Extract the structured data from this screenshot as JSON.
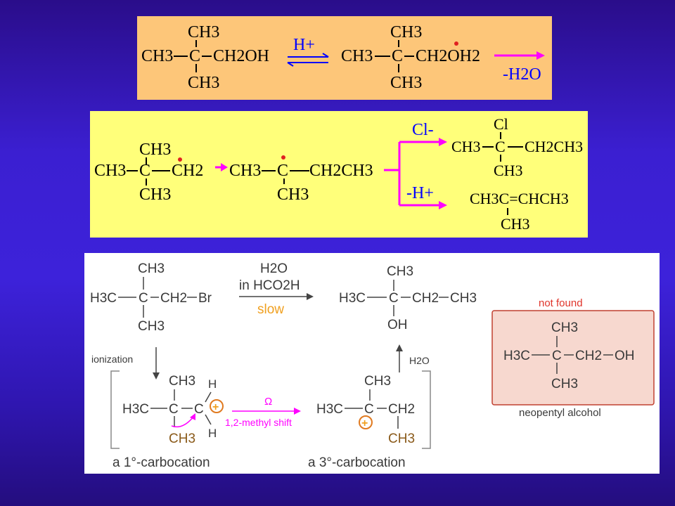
{
  "panel1": {
    "r1": {
      "top": "CH3",
      "left": "CH3",
      "c": "C",
      "right": "CH2OH",
      "bottom": "CH3"
    },
    "arrow_label": "H+",
    "r2": {
      "top": "CH3",
      "left": "CH3",
      "c": "C",
      "right": "CH2OH2",
      "bottom": "CH3"
    },
    "minus_water": "-H2O"
  },
  "panel2": {
    "s1": {
      "top": "CH3",
      "left": "CH3",
      "c": "C",
      "right": "CH2",
      "bottom": "CH3"
    },
    "s2": {
      "left": "CH3",
      "c": "C",
      "right": "CH2CH3",
      "bottom": "CH3"
    },
    "cl_label": "Cl-",
    "h_label": "-H+",
    "p1": {
      "top": "Cl",
      "left": "CH3",
      "c": "C",
      "right": "CH2CH3",
      "bottom": "CH3"
    },
    "p2": {
      "main": "CH3C=CHCH3",
      "bottom": "CH3"
    }
  },
  "panel3": {
    "reactant": {
      "top": "CH3",
      "left": "H3C",
      "c": "C",
      "right": "CH2",
      "br": "Br",
      "bottom": "CH3"
    },
    "conditions": {
      "line1": "H2O",
      "line2": "in HCO2H",
      "line3": "slow"
    },
    "product": {
      "top": "CH3",
      "left": "H3C",
      "c": "C",
      "right": "CH2",
      "end": "CH3",
      "bottom": "OH"
    },
    "ionization": "ionization",
    "water_up": "H2O",
    "primary": {
      "top": "CH3",
      "left": "H3C",
      "c": "C",
      "c2": "C",
      "h_top": "H",
      "h_bot": "H",
      "bottom": "CH3",
      "caption": "a 1°-carbocation"
    },
    "shift_label": "1,2-methyl shift",
    "tertiary": {
      "top": "CH3",
      "left": "H3C",
      "c": "C",
      "right": "CH2",
      "bottom": "CH3",
      "caption": "a 3°-carbocation"
    },
    "not_found": "not found",
    "neopentyl": {
      "top": "CH3",
      "left": "H3C",
      "c": "C",
      "right": "CH2",
      "oh": "OH",
      "bottom": "CH3",
      "caption": "neopentyl alcohol"
    }
  },
  "colors": {
    "background": "#3d22da",
    "panel1": "#fdc679",
    "panel2": "#ffff7a",
    "panel3": "#ffffff",
    "magenta": "#ff00ff",
    "blue": "#0000ff",
    "orange": "#f0a020",
    "red": "#e0342a"
  }
}
